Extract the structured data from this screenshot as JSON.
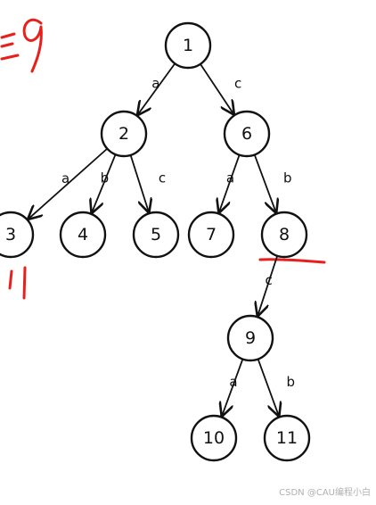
{
  "tree": {
    "nodes": [
      {
        "id": "1",
        "label": "1"
      },
      {
        "id": "2",
        "label": "2"
      },
      {
        "id": "6",
        "label": "6"
      },
      {
        "id": "3",
        "label": "3"
      },
      {
        "id": "4",
        "label": "4"
      },
      {
        "id": "5",
        "label": "5"
      },
      {
        "id": "7",
        "label": "7"
      },
      {
        "id": "8",
        "label": "8"
      },
      {
        "id": "9",
        "label": "9"
      },
      {
        "id": "10",
        "label": "10"
      },
      {
        "id": "11",
        "label": "11"
      }
    ],
    "edges": [
      {
        "from": "1",
        "to": "2",
        "label": "a"
      },
      {
        "from": "1",
        "to": "6",
        "label": "c"
      },
      {
        "from": "2",
        "to": "3",
        "label": "a"
      },
      {
        "from": "2",
        "to": "4",
        "label": "b"
      },
      {
        "from": "2",
        "to": "5",
        "label": "c"
      },
      {
        "from": "6",
        "to": "7",
        "label": "a"
      },
      {
        "from": "6",
        "to": "8",
        "label": "b"
      },
      {
        "from": "8",
        "to": "9",
        "label": "c"
      },
      {
        "from": "9",
        "to": "10",
        "label": "a"
      },
      {
        "from": "9",
        "to": "11",
        "label": "b"
      }
    ]
  },
  "annotations": {
    "handwritten_top_left": "=9",
    "handwritten_left": "11",
    "highlight_color": "#e8201c"
  },
  "watermark": "CSDN @CAU编程小白"
}
